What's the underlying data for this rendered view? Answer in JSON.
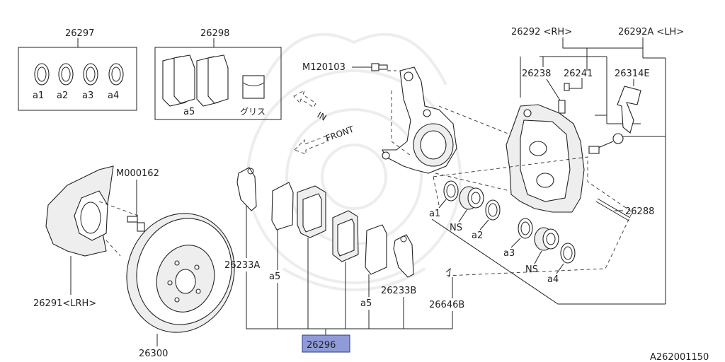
{
  "diagram_id": "A262001150",
  "labels": {
    "seal_kit": "26297",
    "pad_kit": "26298",
    "seal_a1": "a1",
    "seal_a2": "a2",
    "seal_a3": "a3",
    "seal_a4": "a4",
    "pad_kit_a5": "a5",
    "grease": "グリス",
    "bolt_knuckle": "M120103",
    "arrow_in": "IN",
    "arrow_front": "FRONT",
    "caliper_rh": "26292 <RH>",
    "caliper_lh": "26292A <LH>",
    "bleeder": "26238",
    "bleeder_cap": "26241",
    "spring": "26314E",
    "bolt_cover": "M000162",
    "pin": "26288",
    "piston_a1": "a1",
    "piston_ns1": "NS",
    "piston_a2": "a2",
    "piston_a3": "a3",
    "piston_ns2": "NS",
    "piston_a4": "a4",
    "shim_inner": "26233A",
    "shim_inner_a5": "a5",
    "shim_outer_a5": "a5",
    "shim_outer": "26233B",
    "clip": "26646B",
    "cover": "26291<LRH>",
    "rotor": "26300",
    "pad_set": "26296"
  },
  "colors": {
    "highlight": "#8f9bd8",
    "line": "#222222"
  }
}
